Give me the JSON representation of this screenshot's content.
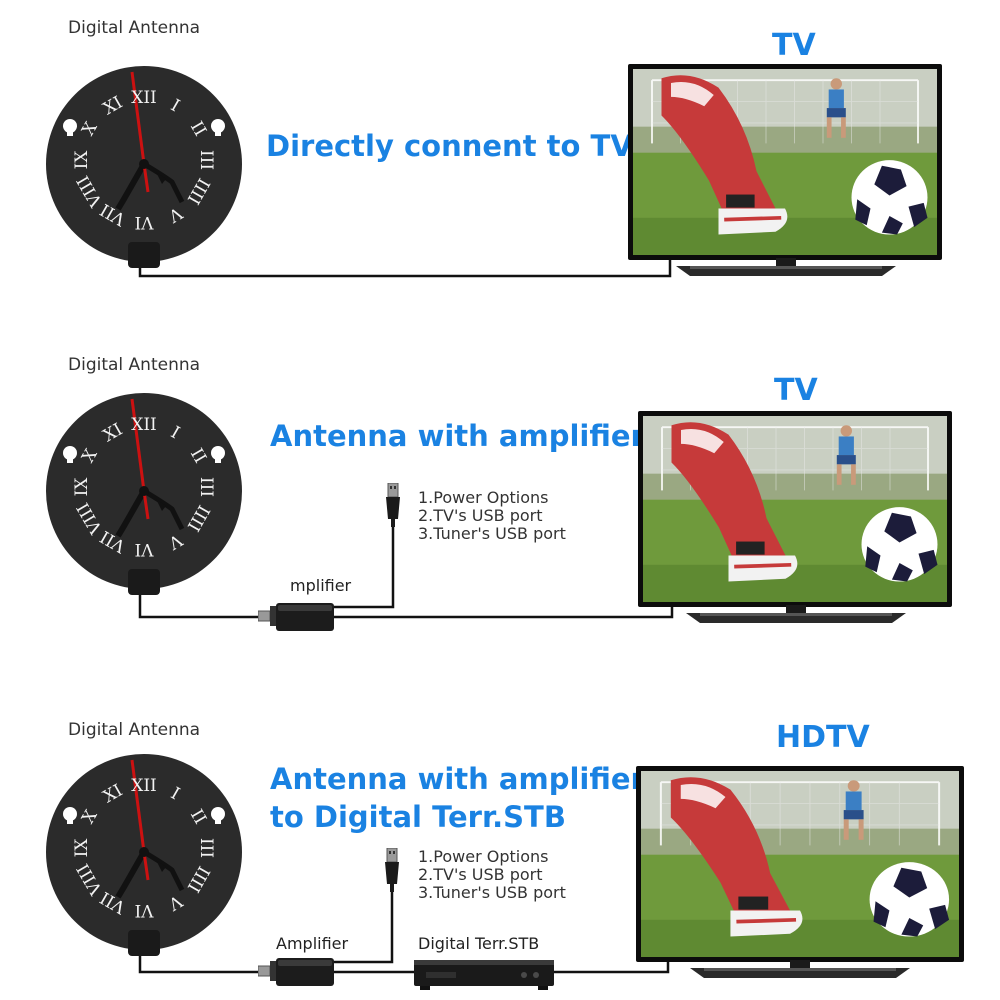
{
  "panels": [
    {
      "antenna_label": "Digital Antenna",
      "headline_lines": [
        "Directly connent to TV"
      ],
      "tv_label": "TV"
    },
    {
      "antenna_label": "Digital Antenna",
      "headline_lines": [
        "Antenna with amplifier"
      ],
      "tv_label": "TV",
      "amplifier_label": "mplifier",
      "power_options": [
        "1.Power Options",
        "2.TV's USB port",
        "3.Tuner's USB port"
      ]
    },
    {
      "antenna_label": "Digital Antenna",
      "headline_lines": [
        "Antenna with amplifier",
        "to Digital Terr.STB"
      ],
      "tv_label": "HDTV",
      "amplifier_label": "Amplifier",
      "stb_label": "Digital Terr.STB",
      "power_options": [
        "1.Power Options",
        "2.TV's USB port",
        "3.Tuner's USB port"
      ]
    }
  ],
  "clock_numerals": [
    "XII",
    "I",
    "II",
    "III",
    "IIII",
    "V",
    "VI",
    "VII",
    "VIII",
    "IX",
    "X",
    "XI"
  ],
  "colors": {
    "headline": "#1a82e2",
    "antenna_body": "#2b2b2b",
    "clock_hand": "#cc1111",
    "cable": "#111111"
  },
  "icons": {
    "usb_plug": "usb-plug-icon",
    "amplifier": "amplifier-box-icon",
    "stb": "set-top-box-icon"
  }
}
